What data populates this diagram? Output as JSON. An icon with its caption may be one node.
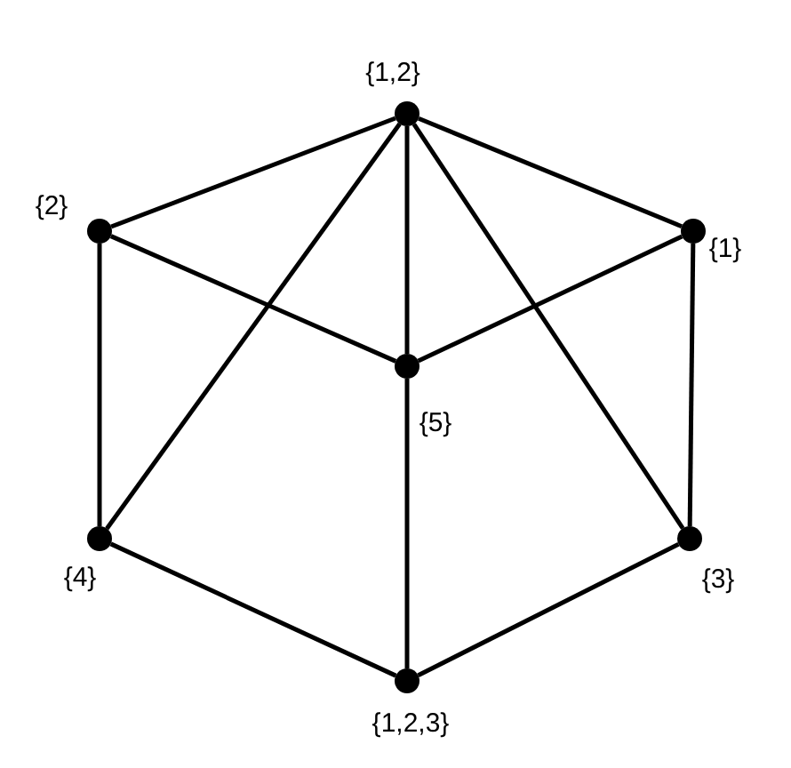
{
  "diagram": {
    "nodes": [
      {
        "text": [],
        "shape": "circle",
        "beside": [
          "{1,2}"
        ]
      },
      {
        "text": [],
        "shape": "circle",
        "beside": [
          "{2}"
        ]
      },
      {
        "text": [],
        "shape": "circle",
        "beside": [
          "{1}"
        ]
      },
      {
        "text": [],
        "shape": "circle",
        "beside": [
          "{5}"
        ]
      },
      {
        "text": [],
        "shape": "circle",
        "beside": [
          "{4}"
        ]
      },
      {
        "text": [],
        "shape": "circle",
        "beside": [
          "{3}"
        ]
      },
      {
        "text": [],
        "shape": "circle",
        "beside": [
          "{1,2,3}"
        ]
      }
    ],
    "edges": [
      {
        "from": 0,
        "to": 1,
        "arrow": "none"
      },
      {
        "from": 0,
        "to": 2,
        "arrow": "none"
      },
      {
        "from": 0,
        "to": 3,
        "arrow": "none"
      },
      {
        "from": 0,
        "to": 4,
        "arrow": "none"
      },
      {
        "from": 0,
        "to": 5,
        "arrow": "none"
      },
      {
        "from": 1,
        "to": 3,
        "arrow": "none"
      },
      {
        "from": 3,
        "to": 2,
        "arrow": "none"
      },
      {
        "from": 1,
        "to": 4,
        "arrow": "none"
      },
      {
        "from": 2,
        "to": 5,
        "arrow": "none"
      },
      {
        "from": 3,
        "to": 6,
        "arrow": "none"
      },
      {
        "from": 4,
        "to": 6,
        "arrow": "none"
      },
      {
        "from": 5,
        "to": 6,
        "arrow": "none"
      }
    ]
  }
}
